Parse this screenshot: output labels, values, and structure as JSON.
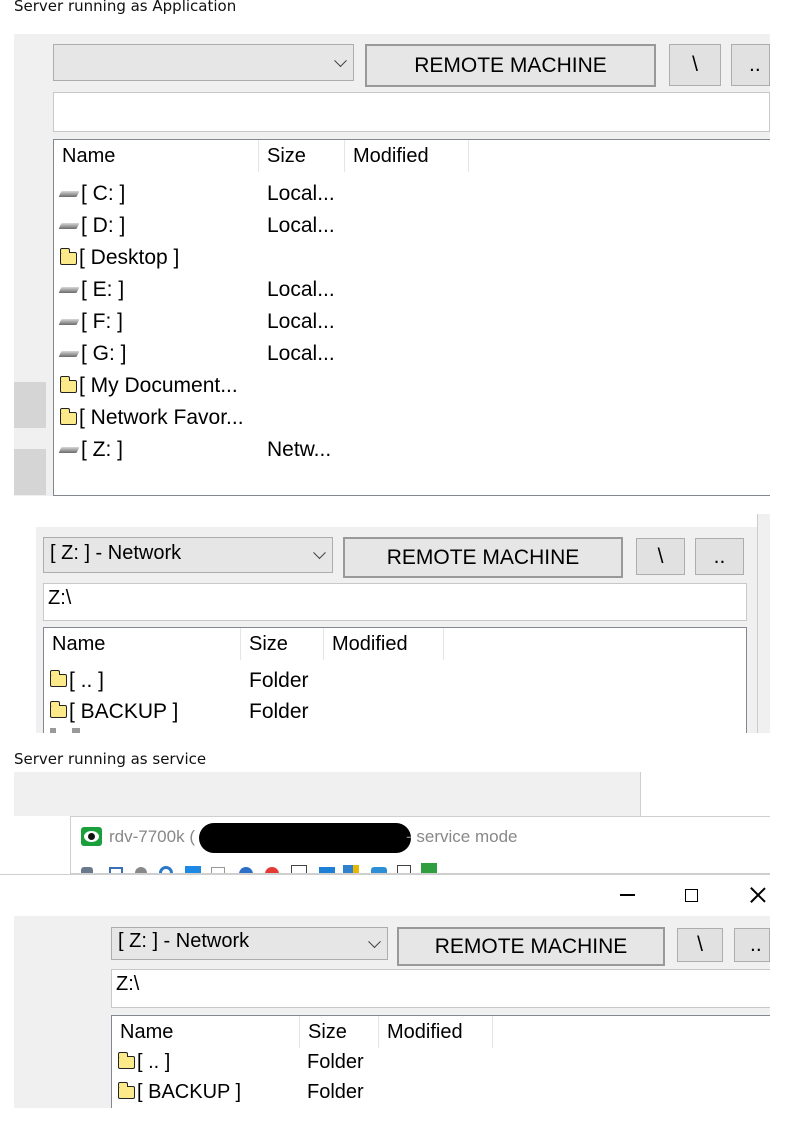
{
  "captions": {
    "application": "Server running as Application",
    "service": "Server running as service"
  },
  "panel1": {
    "drive": "",
    "remote_label": "REMOTE MACHINE",
    "root_label": "\\",
    "up_label": "..",
    "path": "",
    "columns": [
      "Name",
      "Size",
      "Modified"
    ],
    "rows": [
      {
        "icon": "drive-icon",
        "name": "[ C: ]",
        "size": "Local..."
      },
      {
        "icon": "drive-icon",
        "name": "[ D: ]",
        "size": "Local..."
      },
      {
        "icon": "folder-icon",
        "name": "[ Desktop ]",
        "size": ""
      },
      {
        "icon": "drive-icon",
        "name": "[ E: ]",
        "size": "Local..."
      },
      {
        "icon": "drive-icon",
        "name": "[ F: ]",
        "size": "Local..."
      },
      {
        "icon": "drive-icon",
        "name": "[ G: ]",
        "size": "Local..."
      },
      {
        "icon": "folder-icon",
        "name": "[ My Document...",
        "size": ""
      },
      {
        "icon": "folder-icon",
        "name": "[ Network Favor...",
        "size": ""
      },
      {
        "icon": "drive-icon",
        "name": "[ Z: ]",
        "size": "Netw..."
      }
    ]
  },
  "panel2": {
    "drive": "[ Z: ] - Network",
    "remote_label": "REMOTE MACHINE",
    "root_label": "\\",
    "up_label": "..",
    "path": "Z:\\",
    "columns": [
      "Name",
      "Size",
      "Modified"
    ],
    "rows": [
      {
        "icon": "folder-icon",
        "name": "[ .. ]",
        "size": "Folder"
      },
      {
        "icon": "folder-icon",
        "name": "[ BACKUP ]",
        "size": "Folder"
      }
    ]
  },
  "service_window": {
    "title_host": "rdv-7700k (",
    "title_mode": "- service mode",
    "minimize": "—",
    "maximize": "☐",
    "close": "✕"
  },
  "panel3": {
    "drive": "[ Z: ] - Network",
    "remote_label": "REMOTE MACHINE",
    "root_label": "\\",
    "up_label": "..",
    "path": "Z:\\",
    "columns": [
      "Name",
      "Size",
      "Modified"
    ],
    "rows": [
      {
        "icon": "folder-icon",
        "name": "[ .. ]",
        "size": "Folder"
      },
      {
        "icon": "folder-icon",
        "name": "[ BACKUP ]",
        "size": "Folder"
      }
    ]
  },
  "colors": {
    "accent_eye": "#1a9f3c",
    "redaction": "#000000"
  }
}
